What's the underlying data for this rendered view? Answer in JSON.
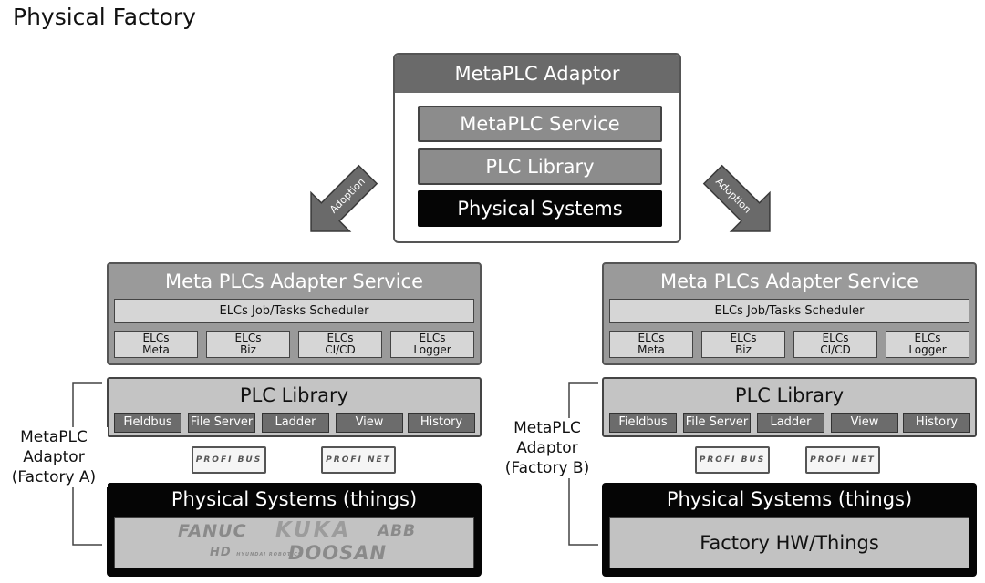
{
  "page_title": "Physical Factory",
  "top": {
    "header": "MetaPLC Adaptor",
    "rows": [
      "MetaPLC Service",
      "PLC Library",
      "Physical Systems"
    ]
  },
  "arrows": {
    "left_label": "Adoption",
    "right_label": "Adoption"
  },
  "factories": [
    {
      "side_label": [
        "MetaPLC",
        "Adaptor",
        "(Factory A)"
      ],
      "service_title": "Meta PLCs Adapter Service",
      "scheduler": "ELCs Job/Tasks Scheduler",
      "elcs": [
        [
          "ELCs",
          "Meta"
        ],
        [
          "ELCs",
          "Biz"
        ],
        [
          "ELCs",
          "CI/CD"
        ],
        [
          "ELCs",
          "Logger"
        ]
      ],
      "library_title": "PLC Library",
      "modules": [
        "Fieldbus",
        "File Server",
        "Ladder",
        "View",
        "History"
      ],
      "protocols": [
        "PROFI BUS",
        "PROFI NET"
      ],
      "physical_title": "Physical Systems (things)",
      "logos": [
        "FANUC",
        "KUKA",
        "ABB",
        "HD",
        "DOOSAN"
      ],
      "hd_sub": "HYUNDAI ROBOTICS"
    },
    {
      "side_label": [
        "MetaPLC",
        "Adaptor",
        "(Factory B)"
      ],
      "service_title": "Meta PLCs Adapter Service",
      "scheduler": "ELCs Job/Tasks Scheduler",
      "elcs": [
        [
          "ELCs",
          "Meta"
        ],
        [
          "ELCs",
          "Biz"
        ],
        [
          "ELCs",
          "CI/CD"
        ],
        [
          "ELCs",
          "Logger"
        ]
      ],
      "library_title": "PLC Library",
      "modules": [
        "Fieldbus",
        "File Server",
        "Ladder",
        "View",
        "History"
      ],
      "protocols": [
        "PROFI BUS",
        "PROFI NET"
      ],
      "physical_title": "Physical Systems (things)",
      "hw_text": "Factory HW/Things"
    }
  ]
}
